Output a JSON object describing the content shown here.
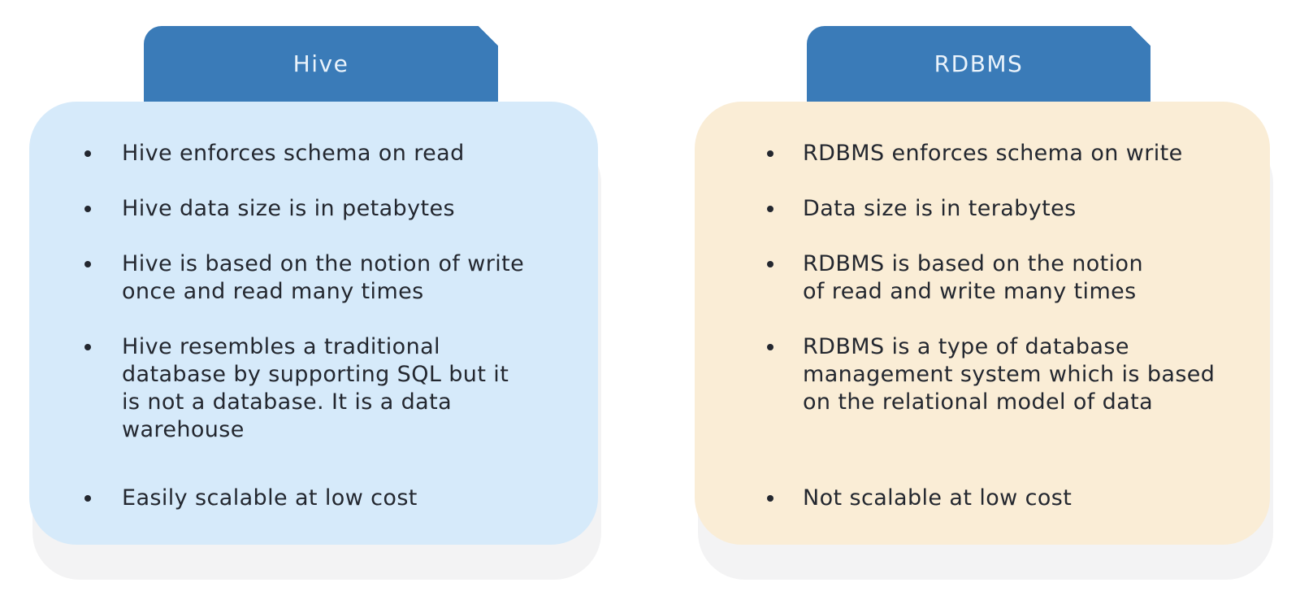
{
  "diagram": {
    "hive": {
      "title": "Hive",
      "bullets": [
        "Hive enforces schema on read",
        "Hive data size is in petabytes",
        "Hive is based on the notion of write\nonce and read many times",
        "Hive resembles a traditional\ndatabase by supporting SQL but it\nis not a database. It is a data\nwarehouse",
        "Easily scalable at low cost"
      ]
    },
    "rdbms": {
      "title": "RDBMS",
      "bullets": [
        "RDBMS enforces schema on write",
        "Data size is in terabytes",
        "RDBMS is based on the notion\nof read and write many times",
        "RDBMS is a type of database\nmanagement system which is based\non the relational model of data",
        "Not scalable at low cost"
      ]
    }
  },
  "colors": {
    "header_bg": "#3A7BB8",
    "header_text": "#EAF3FB",
    "hive_card_bg": "#D6EAFA",
    "rdbms_card_bg": "#FAEDD6",
    "shadow_bg": "#F3F3F4",
    "body_text": "#23272F"
  }
}
